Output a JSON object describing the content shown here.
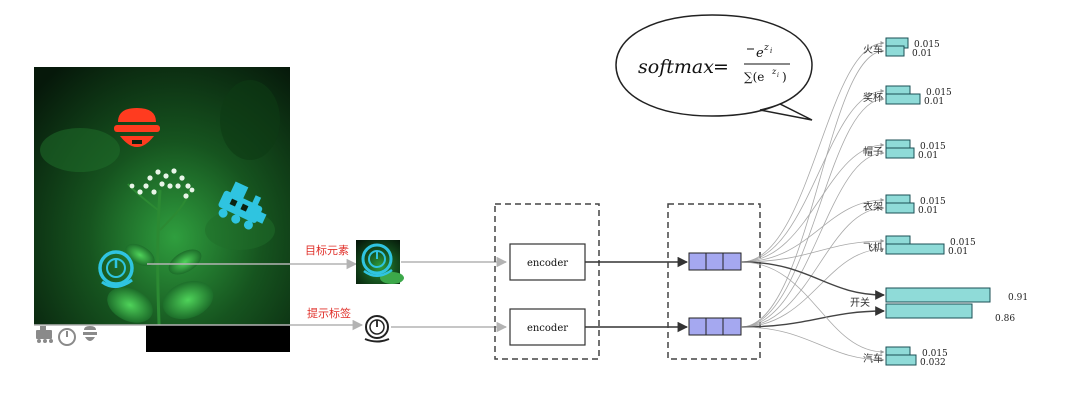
{
  "labels": {
    "target_element": "目标元素",
    "prompt_label": "提示标签"
  },
  "encoder": {
    "top": "encoder",
    "bottom": "encoder"
  },
  "formula": {
    "lhs": "softmax",
    "eq": "=",
    "numerator_base": "e",
    "numerator_exp": "z",
    "numerator_exp_sub": "i",
    "denominator_sum": "∑(e",
    "denominator_exp": "z",
    "denominator_exp_sub": "i",
    "denominator_close": ")"
  },
  "classes": [
    {
      "name": "火车",
      "v1": "0.015",
      "v2": "0.01"
    },
    {
      "name": "奖杯",
      "v1": "0.015",
      "v2": "0.01"
    },
    {
      "name": "帽子",
      "v1": "0.015",
      "v2": "0.01"
    },
    {
      "name": "衣架",
      "v1": "0.015",
      "v2": "0.01"
    },
    {
      "name": "飞机",
      "v1": "0.015",
      "v2": "0.01"
    },
    {
      "name": "开关",
      "v1": "0.91",
      "v2": "0.86"
    },
    {
      "name": "汽车",
      "v1": "0.015",
      "v2": "0.032"
    }
  ],
  "colors": {
    "bar_fill": "#8fdbd8",
    "bar_stroke": "#1b4f55",
    "vector_fill": "#a5a8f0",
    "icon_cyan": "#2fc4e0",
    "icon_red": "#ff3b1f",
    "label_red": "#e0302a",
    "photo_dark": "#0c2210",
    "photo_green": "#2a8f3a"
  }
}
